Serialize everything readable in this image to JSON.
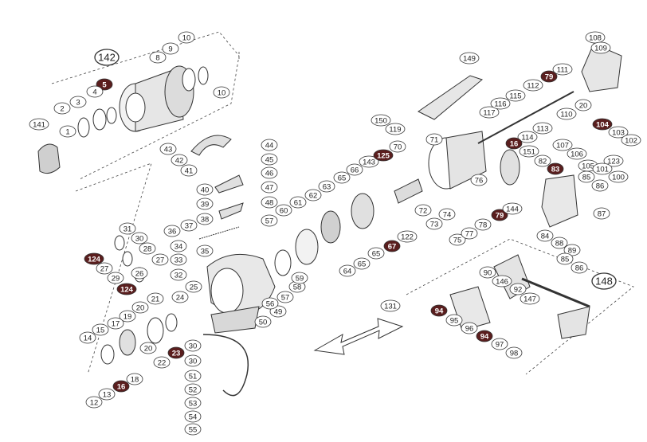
{
  "parts": [
    {
      "num": "142",
      "style": "boxed"
    },
    {
      "num": "10",
      "style": "plain"
    },
    {
      "num": "9",
      "style": "plain"
    },
    {
      "num": "8",
      "style": "plain"
    },
    {
      "num": "10",
      "style": "plain"
    },
    {
      "num": "5",
      "style": "highlight"
    },
    {
      "num": "4",
      "style": "plain"
    },
    {
      "num": "3",
      "style": "plain"
    },
    {
      "num": "2",
      "style": "plain"
    },
    {
      "num": "1",
      "style": "plain"
    },
    {
      "num": "141",
      "style": "plain"
    },
    {
      "num": "43",
      "style": "plain"
    },
    {
      "num": "42",
      "style": "plain"
    },
    {
      "num": "41",
      "style": "plain"
    },
    {
      "num": "44",
      "style": "plain"
    },
    {
      "num": "45",
      "style": "plain"
    },
    {
      "num": "46",
      "style": "plain"
    },
    {
      "num": "47",
      "style": "plain"
    },
    {
      "num": "40",
      "style": "plain"
    },
    {
      "num": "39",
      "style": "plain"
    },
    {
      "num": "48",
      "style": "plain"
    },
    {
      "num": "38",
      "style": "plain"
    },
    {
      "num": "37",
      "style": "plain"
    },
    {
      "num": "36",
      "style": "plain"
    },
    {
      "num": "57",
      "style": "plain"
    },
    {
      "num": "34",
      "style": "plain"
    },
    {
      "num": "35",
      "style": "plain"
    },
    {
      "num": "33",
      "style": "plain"
    },
    {
      "num": "32",
      "style": "plain"
    },
    {
      "num": "31",
      "style": "plain"
    },
    {
      "num": "30",
      "style": "plain"
    },
    {
      "num": "28",
      "style": "plain"
    },
    {
      "num": "27",
      "style": "plain"
    },
    {
      "num": "124",
      "style": "highlight"
    },
    {
      "num": "27",
      "style": "plain"
    },
    {
      "num": "29",
      "style": "plain"
    },
    {
      "num": "26",
      "style": "plain"
    },
    {
      "num": "124",
      "style": "highlight"
    },
    {
      "num": "25",
      "style": "plain"
    },
    {
      "num": "24",
      "style": "plain"
    },
    {
      "num": "21",
      "style": "plain"
    },
    {
      "num": "20",
      "style": "plain"
    },
    {
      "num": "19",
      "style": "plain"
    },
    {
      "num": "17",
      "style": "plain"
    },
    {
      "num": "15",
      "style": "plain"
    },
    {
      "num": "14",
      "style": "plain"
    },
    {
      "num": "20",
      "style": "plain"
    },
    {
      "num": "22",
      "style": "plain"
    },
    {
      "num": "23",
      "style": "highlight"
    },
    {
      "num": "18",
      "style": "plain"
    },
    {
      "num": "16",
      "style": "highlight"
    },
    {
      "num": "13",
      "style": "plain"
    },
    {
      "num": "12",
      "style": "plain"
    },
    {
      "num": "30",
      "style": "plain"
    },
    {
      "num": "30",
      "style": "plain"
    },
    {
      "num": "51",
      "style": "plain"
    },
    {
      "num": "52",
      "style": "plain"
    },
    {
      "num": "53",
      "style": "plain"
    },
    {
      "num": "54",
      "style": "plain"
    },
    {
      "num": "55",
      "style": "plain"
    },
    {
      "num": "50",
      "style": "plain"
    },
    {
      "num": "49",
      "style": "plain"
    },
    {
      "num": "56",
      "style": "plain"
    },
    {
      "num": "57",
      "style": "plain"
    },
    {
      "num": "58",
      "style": "plain"
    },
    {
      "num": "59",
      "style": "plain"
    },
    {
      "num": "60",
      "style": "plain"
    },
    {
      "num": "61",
      "style": "plain"
    },
    {
      "num": "62",
      "style": "plain"
    },
    {
      "num": "63",
      "style": "plain"
    },
    {
      "num": "64",
      "style": "plain"
    },
    {
      "num": "65",
      "style": "plain"
    },
    {
      "num": "65",
      "style": "plain"
    },
    {
      "num": "65",
      "style": "plain"
    },
    {
      "num": "66",
      "style": "plain"
    },
    {
      "num": "67",
      "style": "highlight"
    },
    {
      "num": "122",
      "style": "plain"
    },
    {
      "num": "143",
      "style": "plain"
    },
    {
      "num": "125",
      "style": "highlight"
    },
    {
      "num": "71",
      "style": "plain"
    },
    {
      "num": "70",
      "style": "plain"
    },
    {
      "num": "72",
      "style": "plain"
    },
    {
      "num": "73",
      "style": "plain"
    },
    {
      "num": "74",
      "style": "plain"
    },
    {
      "num": "75",
      "style": "plain"
    },
    {
      "num": "76",
      "style": "plain"
    },
    {
      "num": "77",
      "style": "plain"
    },
    {
      "num": "78",
      "style": "plain"
    },
    {
      "num": "79",
      "style": "highlight"
    },
    {
      "num": "144",
      "style": "plain"
    },
    {
      "num": "150",
      "style": "plain"
    },
    {
      "num": "119",
      "style": "plain"
    },
    {
      "num": "149",
      "style": "plain"
    },
    {
      "num": "117",
      "style": "plain"
    },
    {
      "num": "116",
      "style": "plain"
    },
    {
      "num": "115",
      "style": "plain"
    },
    {
      "num": "112",
      "style": "plain"
    },
    {
      "num": "79",
      "style": "highlight"
    },
    {
      "num": "111",
      "style": "plain"
    },
    {
      "num": "108",
      "style": "plain"
    },
    {
      "num": "109",
      "style": "plain"
    },
    {
      "num": "20",
      "style": "plain"
    },
    {
      "num": "110",
      "style": "plain"
    },
    {
      "num": "113",
      "style": "plain"
    },
    {
      "num": "114",
      "style": "plain"
    },
    {
      "num": "16",
      "style": "highlight"
    },
    {
      "num": "151",
      "style": "plain"
    },
    {
      "num": "82",
      "style": "plain"
    },
    {
      "num": "83",
      "style": "highlight"
    },
    {
      "num": "104",
      "style": "highlight"
    },
    {
      "num": "103",
      "style": "plain"
    },
    {
      "num": "107",
      "style": "plain"
    },
    {
      "num": "106",
      "style": "plain"
    },
    {
      "num": "105",
      "style": "plain"
    },
    {
      "num": "102",
      "style": "plain"
    },
    {
      "num": "123",
      "style": "plain"
    },
    {
      "num": "101",
      "style": "plain"
    },
    {
      "num": "100",
      "style": "plain"
    },
    {
      "num": "85",
      "style": "plain"
    },
    {
      "num": "86",
      "style": "plain"
    },
    {
      "num": "87",
      "style": "plain"
    },
    {
      "num": "84",
      "style": "plain"
    },
    {
      "num": "88",
      "style": "plain"
    },
    {
      "num": "89",
      "style": "plain"
    },
    {
      "num": "85",
      "style": "plain"
    },
    {
      "num": "86",
      "style": "plain"
    },
    {
      "num": "148",
      "style": "boxed"
    },
    {
      "num": "90",
      "style": "plain"
    },
    {
      "num": "146",
      "style": "plain"
    },
    {
      "num": "92",
      "style": "plain"
    },
    {
      "num": "147",
      "style": "plain"
    },
    {
      "num": "131",
      "style": "plain"
    },
    {
      "num": "94",
      "style": "highlight"
    },
    {
      "num": "95",
      "style": "plain"
    },
    {
      "num": "96",
      "style": "plain"
    },
    {
      "num": "94",
      "style": "highlight"
    },
    {
      "num": "97",
      "style": "plain"
    },
    {
      "num": "98",
      "style": "plain"
    }
  ],
  "colors": {
    "line": "#333333",
    "label_fill": "#ffffff",
    "highlight_fill": "#5a1e1e",
    "highlight_text": "#ffffff",
    "part_fill": "#f2f2f2"
  }
}
